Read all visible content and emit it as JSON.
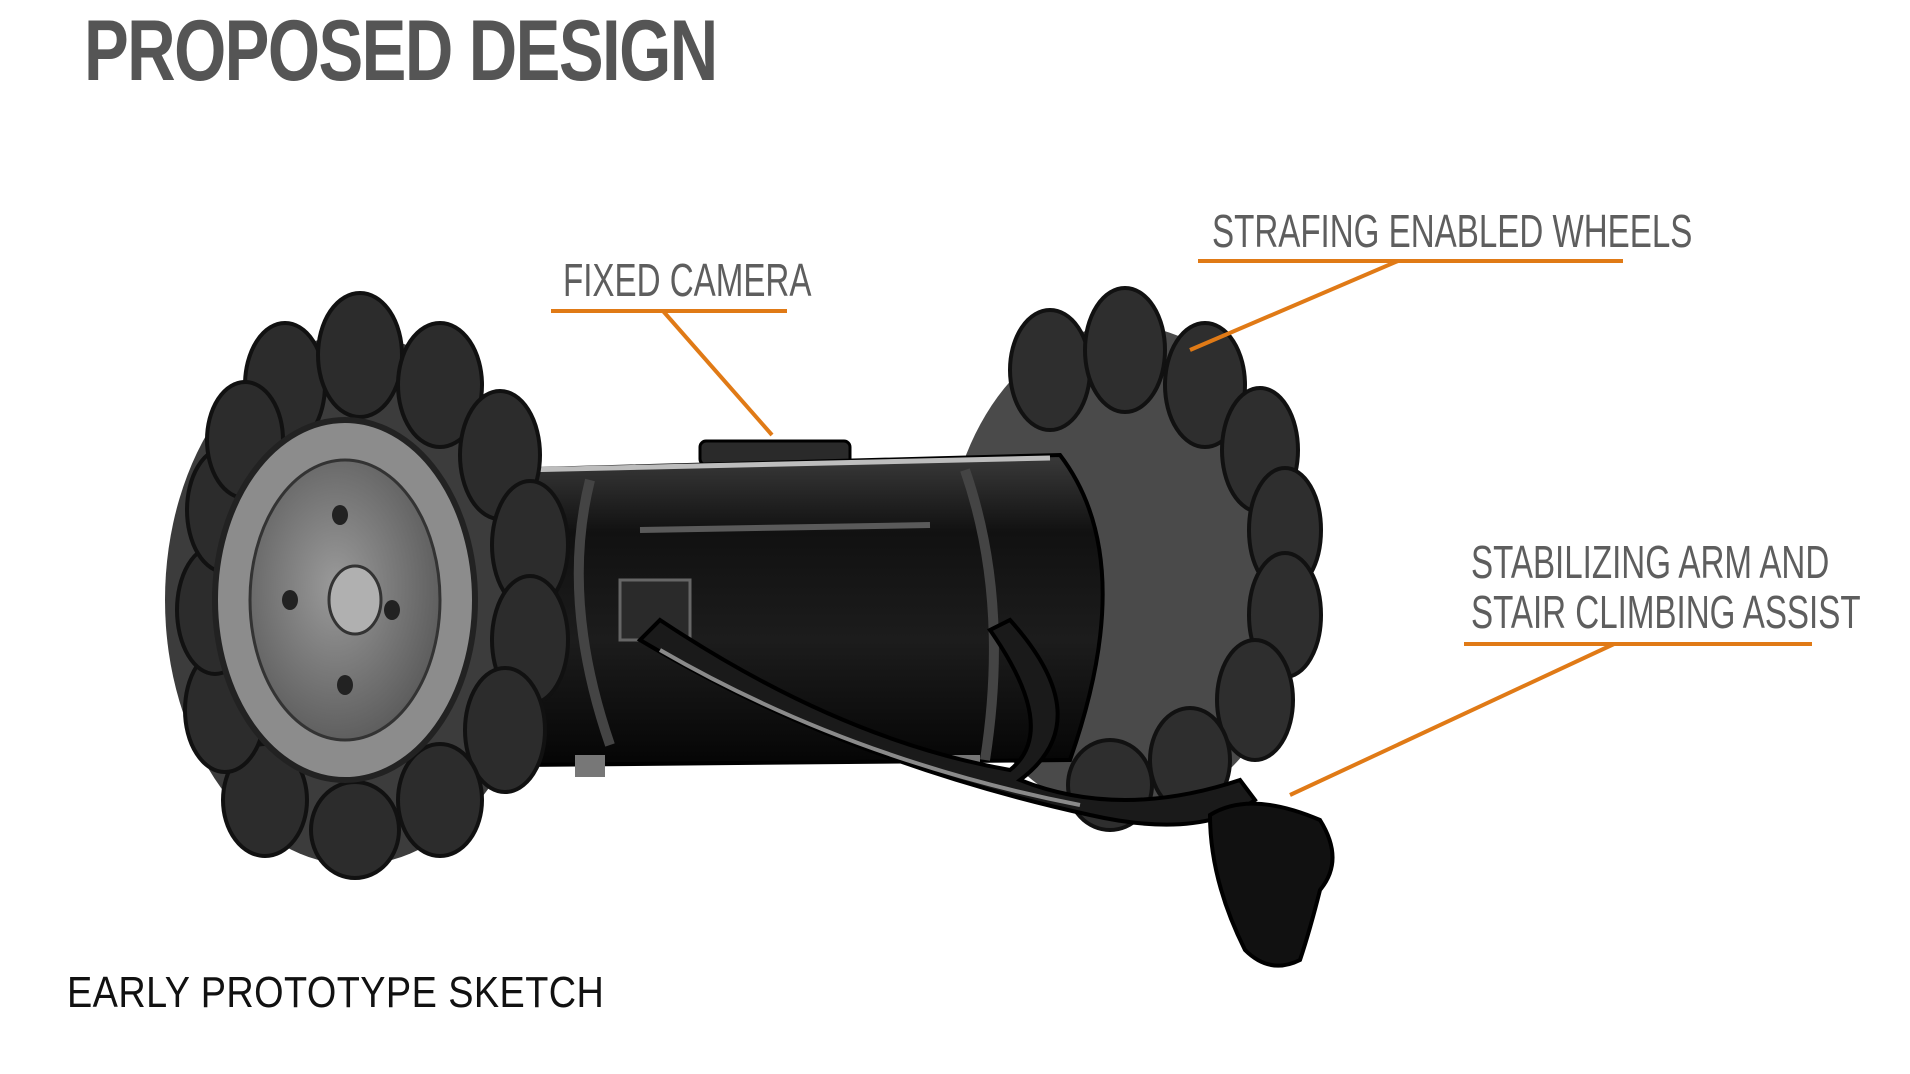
{
  "title": "PROPOSED DESIGN",
  "caption": "EARLY PROTOTYPE SKETCH",
  "accent_color": "#e07a16",
  "callouts": {
    "fixed_camera": "FIXED CAMERA",
    "strafing_wheels": "STRAFING ENABLED WHEELS",
    "stabilizing_arm_line1": "STABILIZING ARM AND",
    "stabilizing_arm_line2": "STAIR CLIMBING ASSIST"
  }
}
